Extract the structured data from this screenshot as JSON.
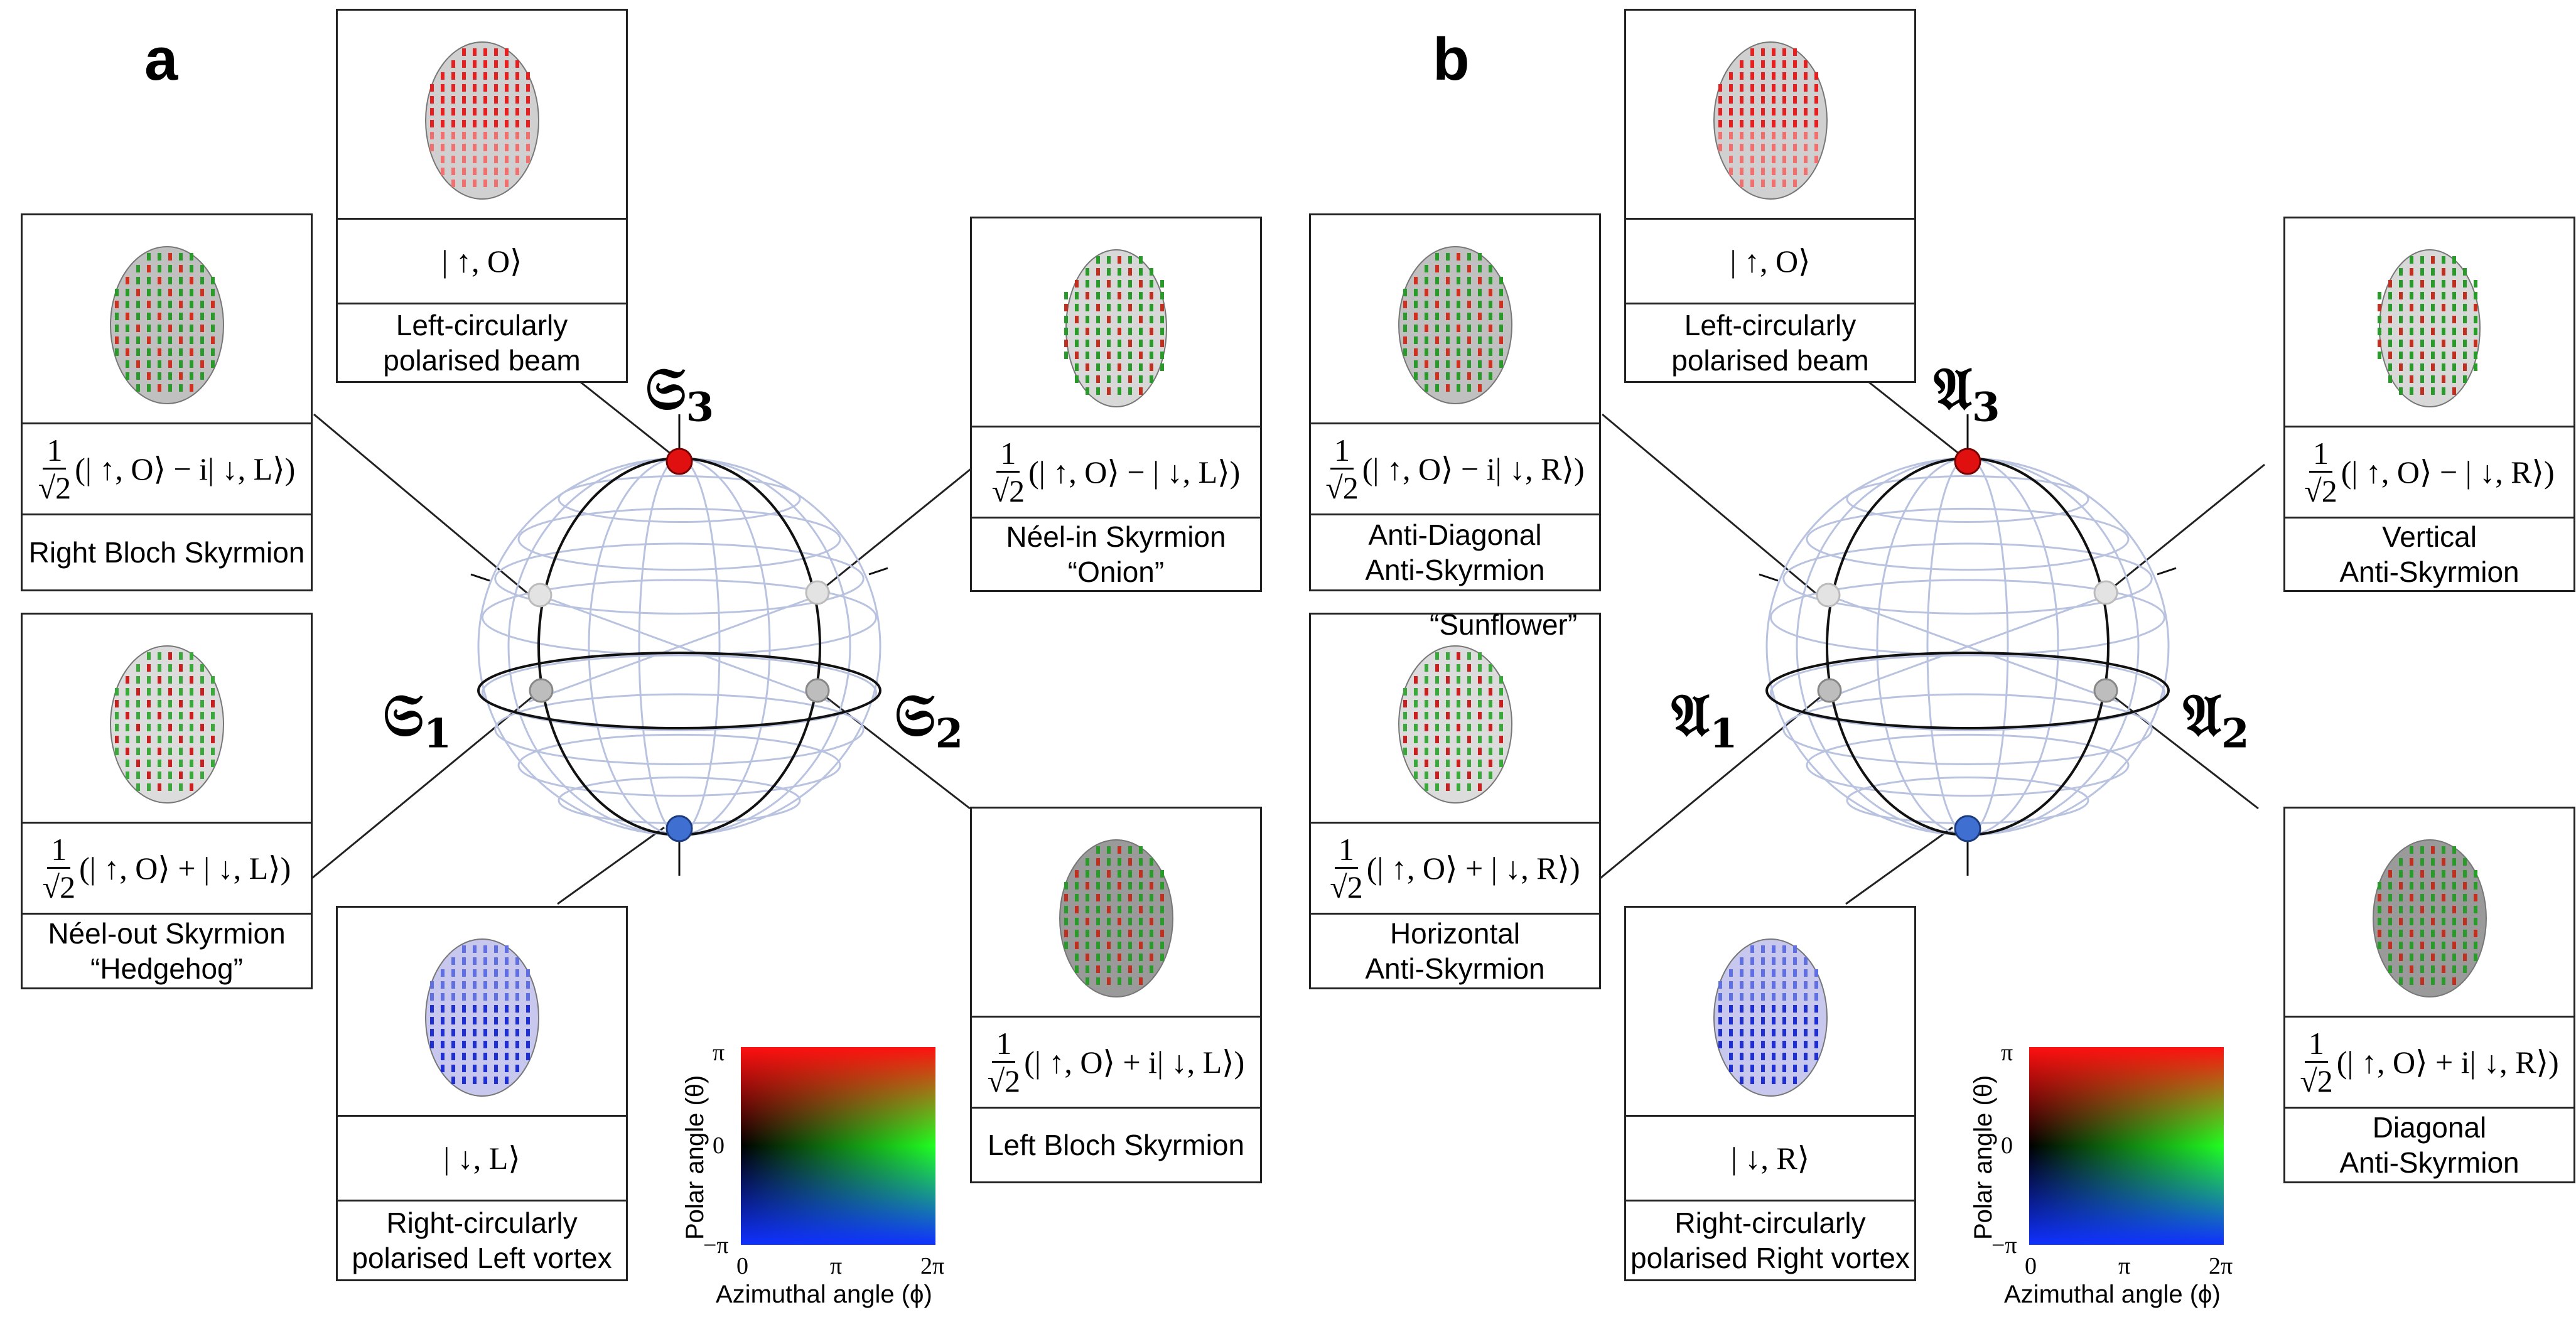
{
  "panels": [
    {
      "letter": "a",
      "pole_prefix": "𝔖",
      "pole1": "1",
      "pole2": "2",
      "pole3": "3",
      "top": {
        "formula": "| ↑, O⟩",
        "label": "Left-circularly\npolarised beam"
      },
      "upper_left": {
        "formula_coef": "1/√2",
        "formula": "(| ↑, O⟩ − i| ↓, L⟩)",
        "label": "Right Bloch Skyrmion"
      },
      "upper_right": {
        "formula_coef": "1/√2",
        "formula": "(| ↑, O⟩ − | ↓, L⟩)",
        "label": "Néel-in Skyrmion\n“Onion”"
      },
      "lower_left": {
        "formula_coef": "1/√2",
        "formula": "(| ↑, O⟩ + | ↓, L⟩)",
        "label": "Néel-out Skyrmion\n“Hedgehog”"
      },
      "lower_right": {
        "formula_coef": "1/√2",
        "formula": "(| ↑, O⟩ + i| ↓, L⟩)",
        "label": "Left Bloch Skyrmion"
      },
      "bottom": {
        "formula": "| ↓, L⟩",
        "label": "Right-circularly\npolarised Left vortex"
      },
      "extra_label": ""
    },
    {
      "letter": "b",
      "pole_prefix": "𝔄",
      "pole1": "1",
      "pole2": "2",
      "pole3": "3",
      "top": {
        "formula": "| ↑, O⟩",
        "label": "Left-circularly\npolarised beam"
      },
      "upper_left": {
        "formula_coef": "1/√2",
        "formula": "(| ↑, O⟩ − i| ↓, R⟩)",
        "label": "Anti-Diagonal\nAnti-Skyrmion"
      },
      "upper_right": {
        "formula_coef": "1/√2",
        "formula": "(| ↑, O⟩ − | ↓, R⟩)",
        "label": "Vertical\nAnti-Skyrmion"
      },
      "lower_left": {
        "formula_coef": "1/√2",
        "formula": "(| ↑, O⟩ + | ↓, R⟩)",
        "label": "Horizontal\nAnti-Skyrmion"
      },
      "lower_right": {
        "formula_coef": "1/√2",
        "formula": "(| ↑, O⟩ + i| ↓, R⟩)",
        "label": "Diagonal\nAnti-Skyrmion"
      },
      "bottom": {
        "formula": "| ↓, R⟩",
        "label": "Right-circularly\npolarised Right vortex"
      },
      "extra_label": "“Sunflower”"
    }
  ],
  "colorbar": {
    "ylabel": "Polar angle (θ)",
    "xlabel": "Azimuthal angle (ϕ)",
    "yticks": [
      "π",
      "0",
      "−π"
    ],
    "xticks": [
      "0",
      "π",
      "2π"
    ]
  },
  "colors": {
    "north": "#e01010",
    "south": "#3f6fd0",
    "grid": "#b9c3e0",
    "meridian": "#111111",
    "point": "#bdbdbd"
  }
}
